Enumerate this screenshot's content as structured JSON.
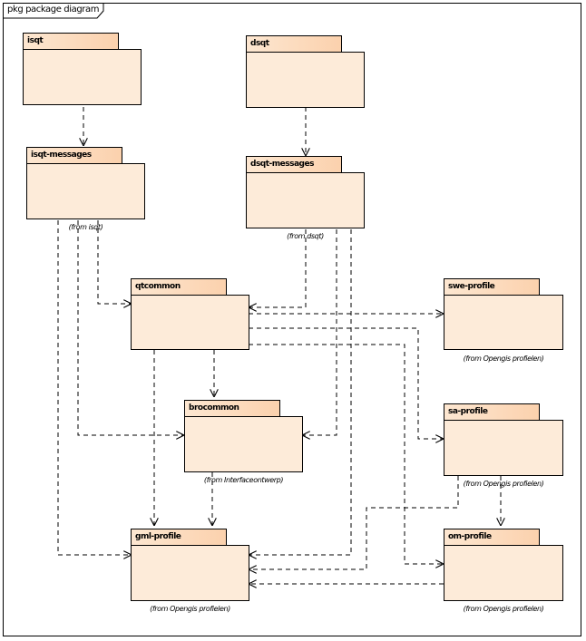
{
  "frame": {
    "label": "pkg package diagram"
  },
  "packages": {
    "isqt": {
      "name": "isqt",
      "from": ""
    },
    "dsqt": {
      "name": "dsqt",
      "from": ""
    },
    "isqt_messages": {
      "name": "isqt-messages",
      "from": "(from isqt)"
    },
    "dsqt_messages": {
      "name": "dsqt-messages",
      "from": "(from dsqt)"
    },
    "qtcommon": {
      "name": "qtcommon",
      "from": ""
    },
    "swe_profile": {
      "name": "swe-profile",
      "from": "(from Opengis profielen)"
    },
    "brocommon": {
      "name": "brocommon",
      "from": "(from Interfaceontwerp)"
    },
    "sa_profile": {
      "name": "sa-profile",
      "from": "(from Opengis profielen)"
    },
    "gml_profile": {
      "name": "gml-profile",
      "from": "(from Opengis profielen)"
    },
    "om_profile": {
      "name": "om-profile",
      "from": "(from Opengis profielen)"
    }
  },
  "dependencies": [
    {
      "from": "isqt",
      "to": "isqt-messages"
    },
    {
      "from": "dsqt",
      "to": "dsqt-messages"
    },
    {
      "from": "isqt-messages",
      "to": "qtcommon"
    },
    {
      "from": "isqt-messages",
      "to": "brocommon"
    },
    {
      "from": "isqt-messages",
      "to": "gml-profile"
    },
    {
      "from": "dsqt-messages",
      "to": "qtcommon"
    },
    {
      "from": "dsqt-messages",
      "to": "brocommon"
    },
    {
      "from": "dsqt-messages",
      "to": "gml-profile"
    },
    {
      "from": "qtcommon",
      "to": "swe-profile"
    },
    {
      "from": "qtcommon",
      "to": "sa-profile"
    },
    {
      "from": "qtcommon",
      "to": "om-profile"
    },
    {
      "from": "qtcommon",
      "to": "brocommon"
    },
    {
      "from": "qtcommon",
      "to": "gml-profile"
    },
    {
      "from": "brocommon",
      "to": "gml-profile"
    },
    {
      "from": "sa-profile",
      "to": "om-profile"
    },
    {
      "from": "sa-profile",
      "to": "gml-profile"
    },
    {
      "from": "om-profile",
      "to": "gml-profile"
    }
  ],
  "colors": {
    "tab_start": "#fde7d1",
    "tab_end": "#fbd1ad",
    "body": "#fdebd9",
    "line": "#000000"
  }
}
